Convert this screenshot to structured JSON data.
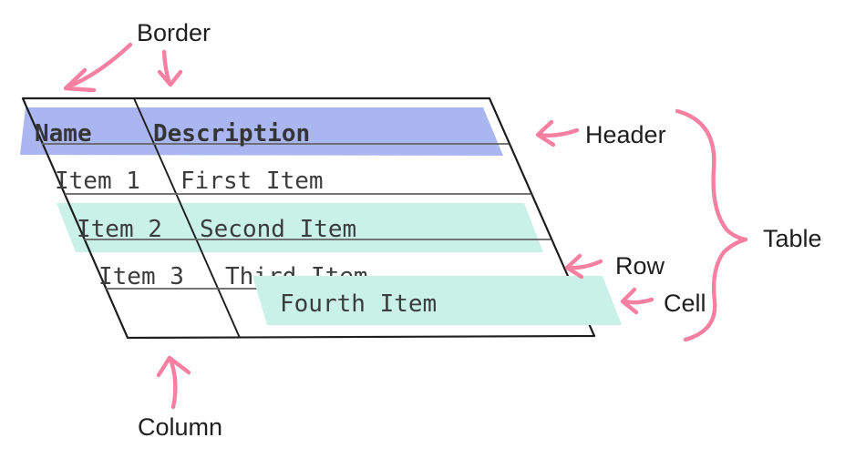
{
  "colors": {
    "annotation_pink": "#F780A2",
    "header_highlight": "#AAB6EF",
    "row_highlight": "#C9F1E8",
    "cell_highlight": "#C9F1E8",
    "table_border": "#1E1E1E",
    "grid_line_gray": "#636363",
    "cell_text": "#3C3C3C",
    "label_text": "#1F1F1F"
  },
  "diagram": {
    "annotations": {
      "border": "Border",
      "header": "Header",
      "table": "Table",
      "row": "Row",
      "cell": "Cell",
      "column": "Column"
    },
    "table": {
      "columns": [
        "Name",
        "Description"
      ],
      "rows": [
        {
          "name": "Item 1",
          "description": "First Item"
        },
        {
          "name": "Item 2",
          "description": "Second Item"
        },
        {
          "name": "Item 3",
          "description": "Third Item"
        },
        {
          "name": "",
          "description": "Fourth Item"
        }
      ]
    }
  }
}
